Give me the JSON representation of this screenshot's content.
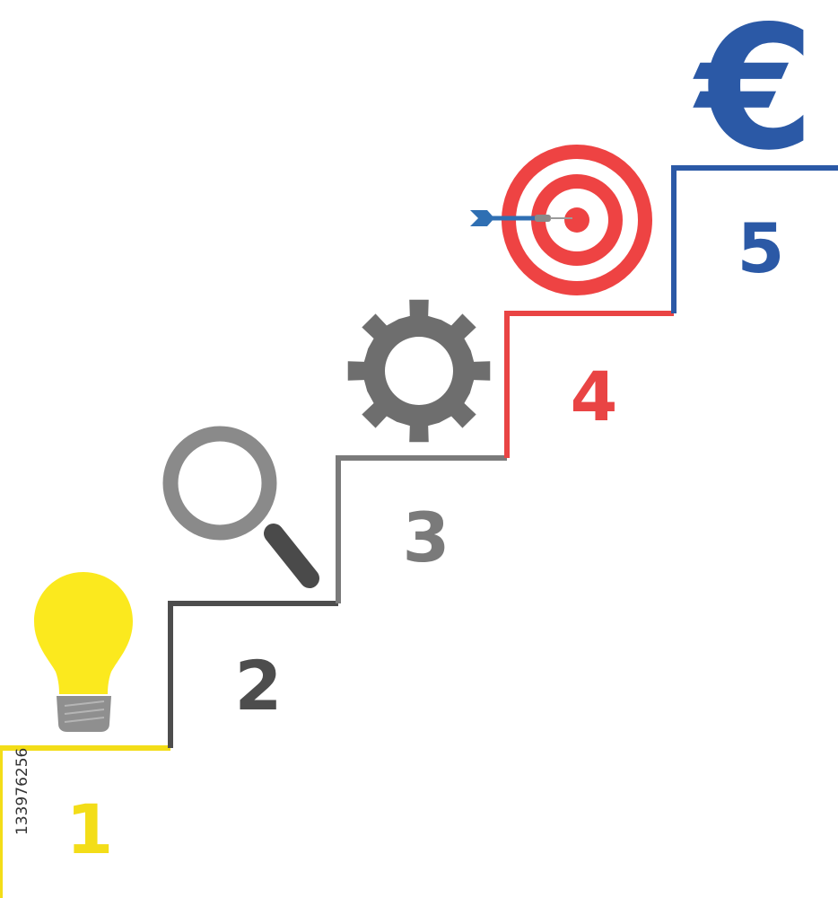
{
  "steps": [
    {
      "number": "1",
      "icon": "lightbulb-icon",
      "color": "#f3dd18"
    },
    {
      "number": "2",
      "icon": "magnifying-glass-icon",
      "color": "#4d4d4d"
    },
    {
      "number": "3",
      "icon": "gear-icon",
      "color": "#7a7a7a"
    },
    {
      "number": "4",
      "icon": "bullseye-target-icon",
      "color": "#e94444"
    },
    {
      "number": "5",
      "icon": "euro-sign-icon",
      "color": "#2b59a6"
    }
  ],
  "euro_symbol": "€",
  "stock_id": "133976256",
  "colors": {
    "bulb": "#fbe91e",
    "bulb_base": "#8f8f8f",
    "magnifier": "#8a8a8a",
    "magnifier_handle": "#4a4a4a",
    "gear": "#6e6e6e",
    "target_red": "#ee4343",
    "dart": "#2f6fb3",
    "euro": "#2b59a6"
  }
}
